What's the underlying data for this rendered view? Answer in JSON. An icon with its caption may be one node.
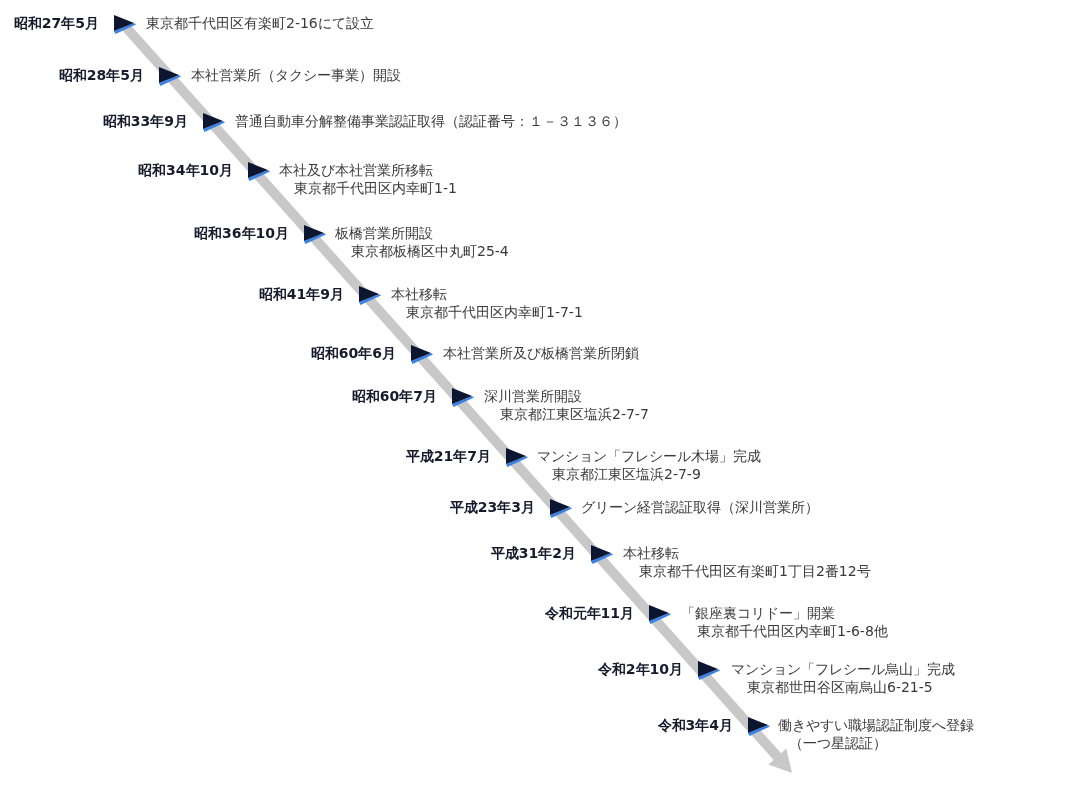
{
  "diagram": {
    "labels": [
      "昭和27年5月",
      "東京都千代田区有楽町2-16にて設立",
      "昭和28年5月",
      "本社営業所（タクシー事業）開設",
      "昭和33年9月",
      "普通自動車分解整備事業認証取得（認証番号：１－３１３６）",
      "昭和34年10月",
      "本社及び本社営業所移転",
      "東京都千代田区内幸町1-1",
      "昭和36年10月",
      "板橋営業所開設",
      "東京都板橋区中丸町25-4",
      "昭和41年9月",
      "本社移転",
      "東京都千代田区内幸町1-7-1",
      "昭和60年6月",
      "本社営業所及び板橋営業所閉鎖",
      "昭和60年7月",
      "深川営業所開設",
      "東京都江東区塩浜2-7-7",
      "平成21年7月",
      "マンション「フレシール木場」完成",
      "東京都江東区塩浜2-7-9",
      "平成23年3月",
      "グリーン経営認証取得（深川営業所）",
      "平成31年2月",
      "本社移転",
      "東京都千代田区有楽町1丁目2番12号",
      "令和元年11月",
      "「銀座裏コリドー」開業",
      "東京都千代田区内幸町1-6-8他",
      "令和2年10月",
      "マンション「フレシール烏山」完成",
      "東京都世田谷区南烏山6-21-5",
      "令和3年4月",
      "働きやすい職場認証制度へ登録",
      "（一つ星認証）"
    ]
  }
}
